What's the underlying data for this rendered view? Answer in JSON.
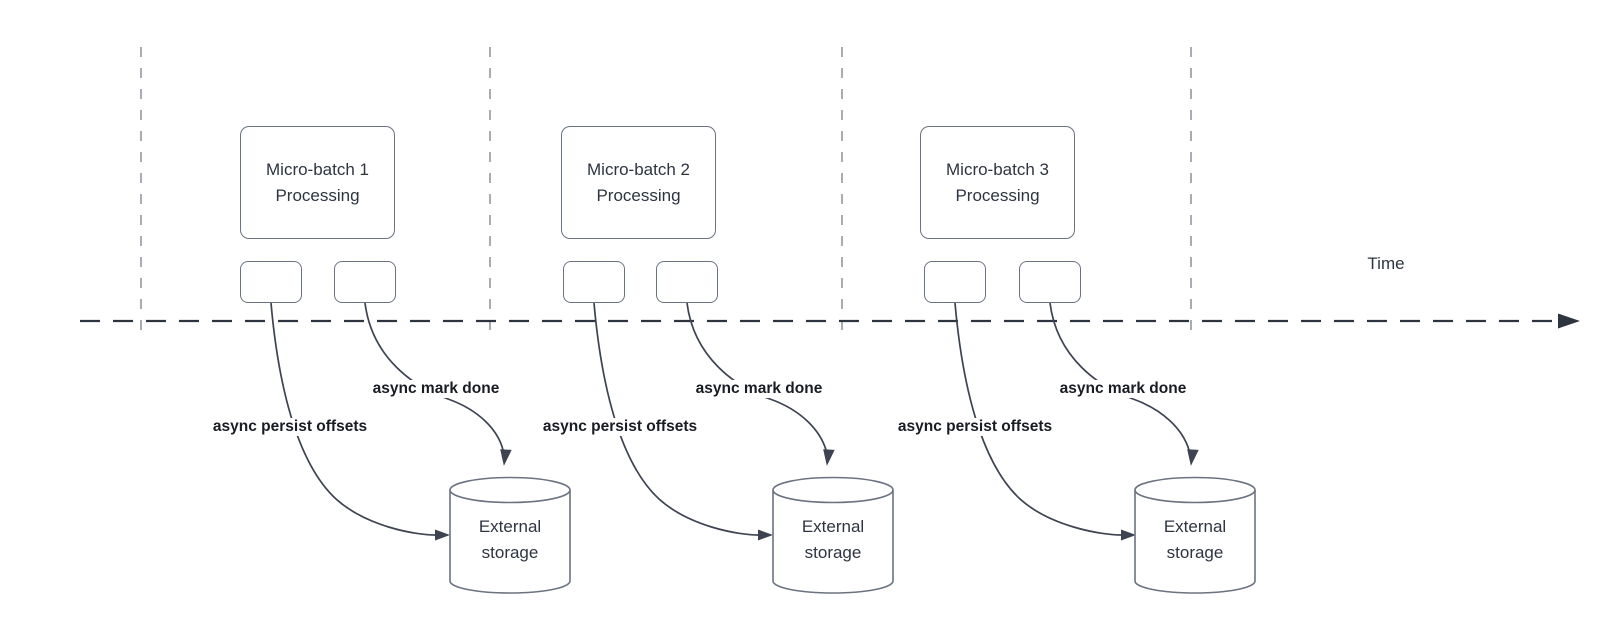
{
  "diagram": {
    "time_axis_label": "Time",
    "batches": [
      {
        "process_line1": "Micro-batch 1",
        "process_line2": "Processing",
        "persist_label": "async persist offsets",
        "done_label": "async mark done",
        "storage_line1": "External",
        "storage_line2": "storage"
      },
      {
        "process_line1": "Micro-batch 2",
        "process_line2": "Processing",
        "persist_label": "async persist offsets",
        "done_label": "async mark done",
        "storage_line1": "External",
        "storage_line2": "storage"
      },
      {
        "process_line1": "Micro-batch 3",
        "process_line2": "Processing",
        "persist_label": "async persist offsets",
        "done_label": "async mark done",
        "storage_line1": "External",
        "storage_line2": "storage"
      }
    ],
    "colors": {
      "curve": "#3d4351",
      "timeline": "#2e3440",
      "guide": "#a9adb3",
      "border": "#6b7280",
      "text": "#2e3440",
      "label": "#1a1c23",
      "background": "#ffffff"
    }
  }
}
